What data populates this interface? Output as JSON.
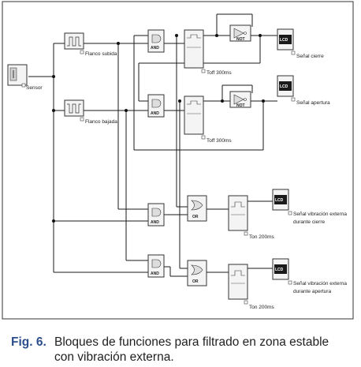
{
  "diagram": {
    "blocks": {
      "sensor": "Sensor",
      "flanco_subida": "Flanco subida",
      "flanco_bajada": "Flanco bajada",
      "and_label": "AND",
      "or_label": "OR",
      "not_label": "NOT",
      "lcd_label": "LCD",
      "toff_1": "Toff 300ms",
      "toff_2": "Toff 300ms",
      "ton_1": "Ton 200ms",
      "ton_2": "Ton 200ms"
    },
    "outputs": {
      "senal_cierre": "Señal cierre",
      "senal_apertura": "Señal apertura",
      "vib_cierre_1": "Señal vibración externa",
      "vib_cierre_2": "durante cierre",
      "vib_apertura_1": "Señal vibración externa",
      "vib_apertura_2": "durante apertura"
    }
  },
  "caption": {
    "label": "Fig. 6.",
    "text": "Bloques de funciones para filtrado en zona estable con vibración externa."
  },
  "colors": {
    "caption_label": "#2c4f8c",
    "wire": "#1a1a1a",
    "lcd": "#1a1a1a"
  }
}
